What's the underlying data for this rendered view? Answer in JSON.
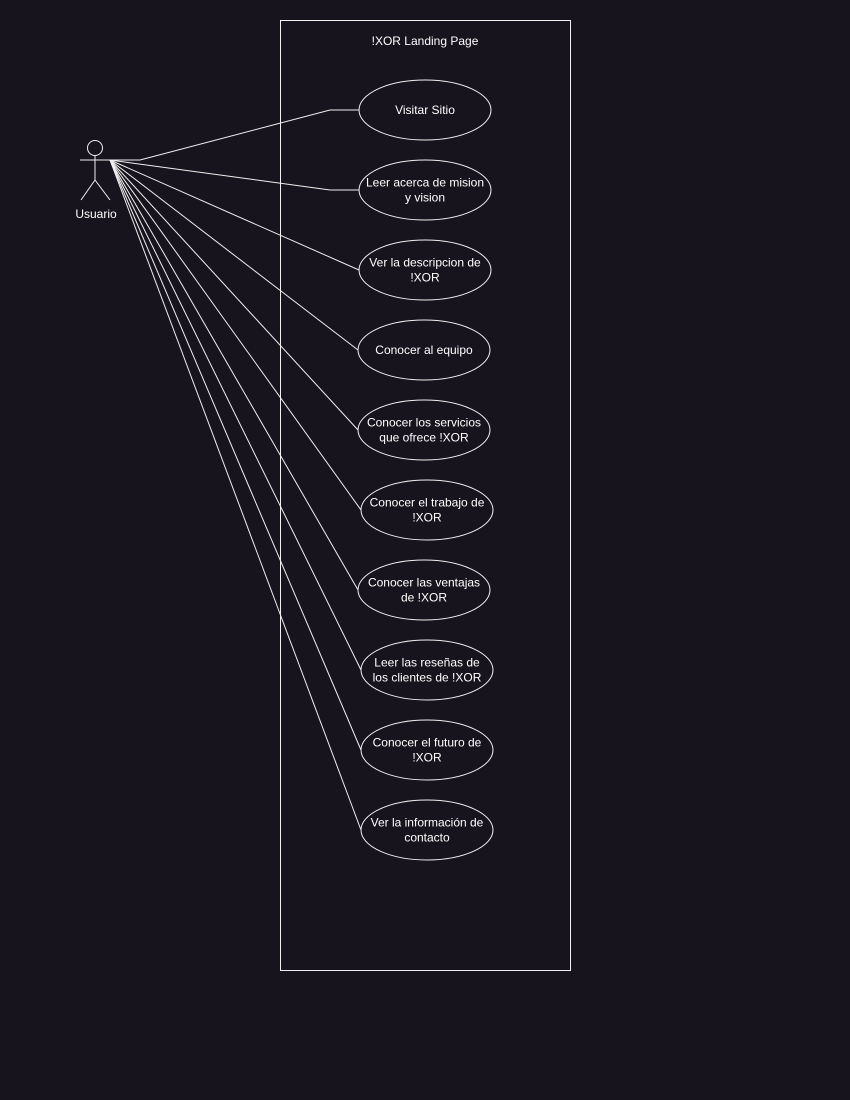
{
  "diagram": {
    "system": {
      "title": "!XOR Landing Page"
    },
    "actor": {
      "name": "Usuario"
    },
    "use_cases": [
      {
        "lines": [
          "Visitar Sitio"
        ]
      },
      {
        "lines": [
          "Leer acerca de mision",
          "y vision"
        ]
      },
      {
        "lines": [
          "Ver la descripcion de",
          "!XOR"
        ]
      },
      {
        "lines": [
          "Conocer al equipo"
        ]
      },
      {
        "lines": [
          "Conocer los servicios",
          "que ofrece !XOR"
        ]
      },
      {
        "lines": [
          "Conocer el trabajo de",
          "!XOR"
        ]
      },
      {
        "lines": [
          "Conocer las ventajas",
          "de !XOR"
        ]
      },
      {
        "lines": [
          "Leer las reseñas de",
          "los clientes de !XOR"
        ]
      },
      {
        "lines": [
          "Conocer el futuro de",
          "!XOR"
        ]
      },
      {
        "lines": [
          "Ver la información de",
          "contacto"
        ]
      }
    ],
    "colors": {
      "background": "#18141d",
      "stroke": "#f0f0f0",
      "text": "#ffffff"
    }
  }
}
